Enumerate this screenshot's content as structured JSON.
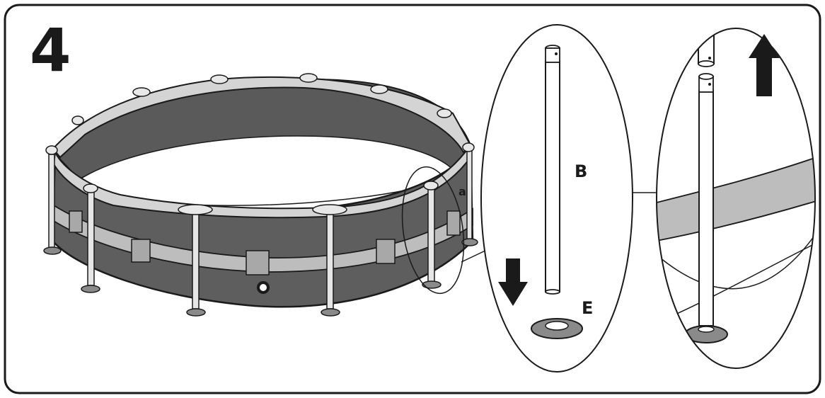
{
  "step": {
    "number": "4"
  },
  "labels": {
    "pole": "B",
    "foot": "E",
    "marker": "a"
  },
  "colors": {
    "ink": "#1a1a1a",
    "wall": "#5e5e5e",
    "wall_dark": "#474747",
    "band": "#bdbdbd",
    "rail": "#d4d4d4",
    "foot": "#8a8a8a",
    "paper": "#ffffff"
  },
  "icons": {
    "down_arrow": "arrow-down-icon",
    "up_arrow": "arrow-up-icon"
  }
}
